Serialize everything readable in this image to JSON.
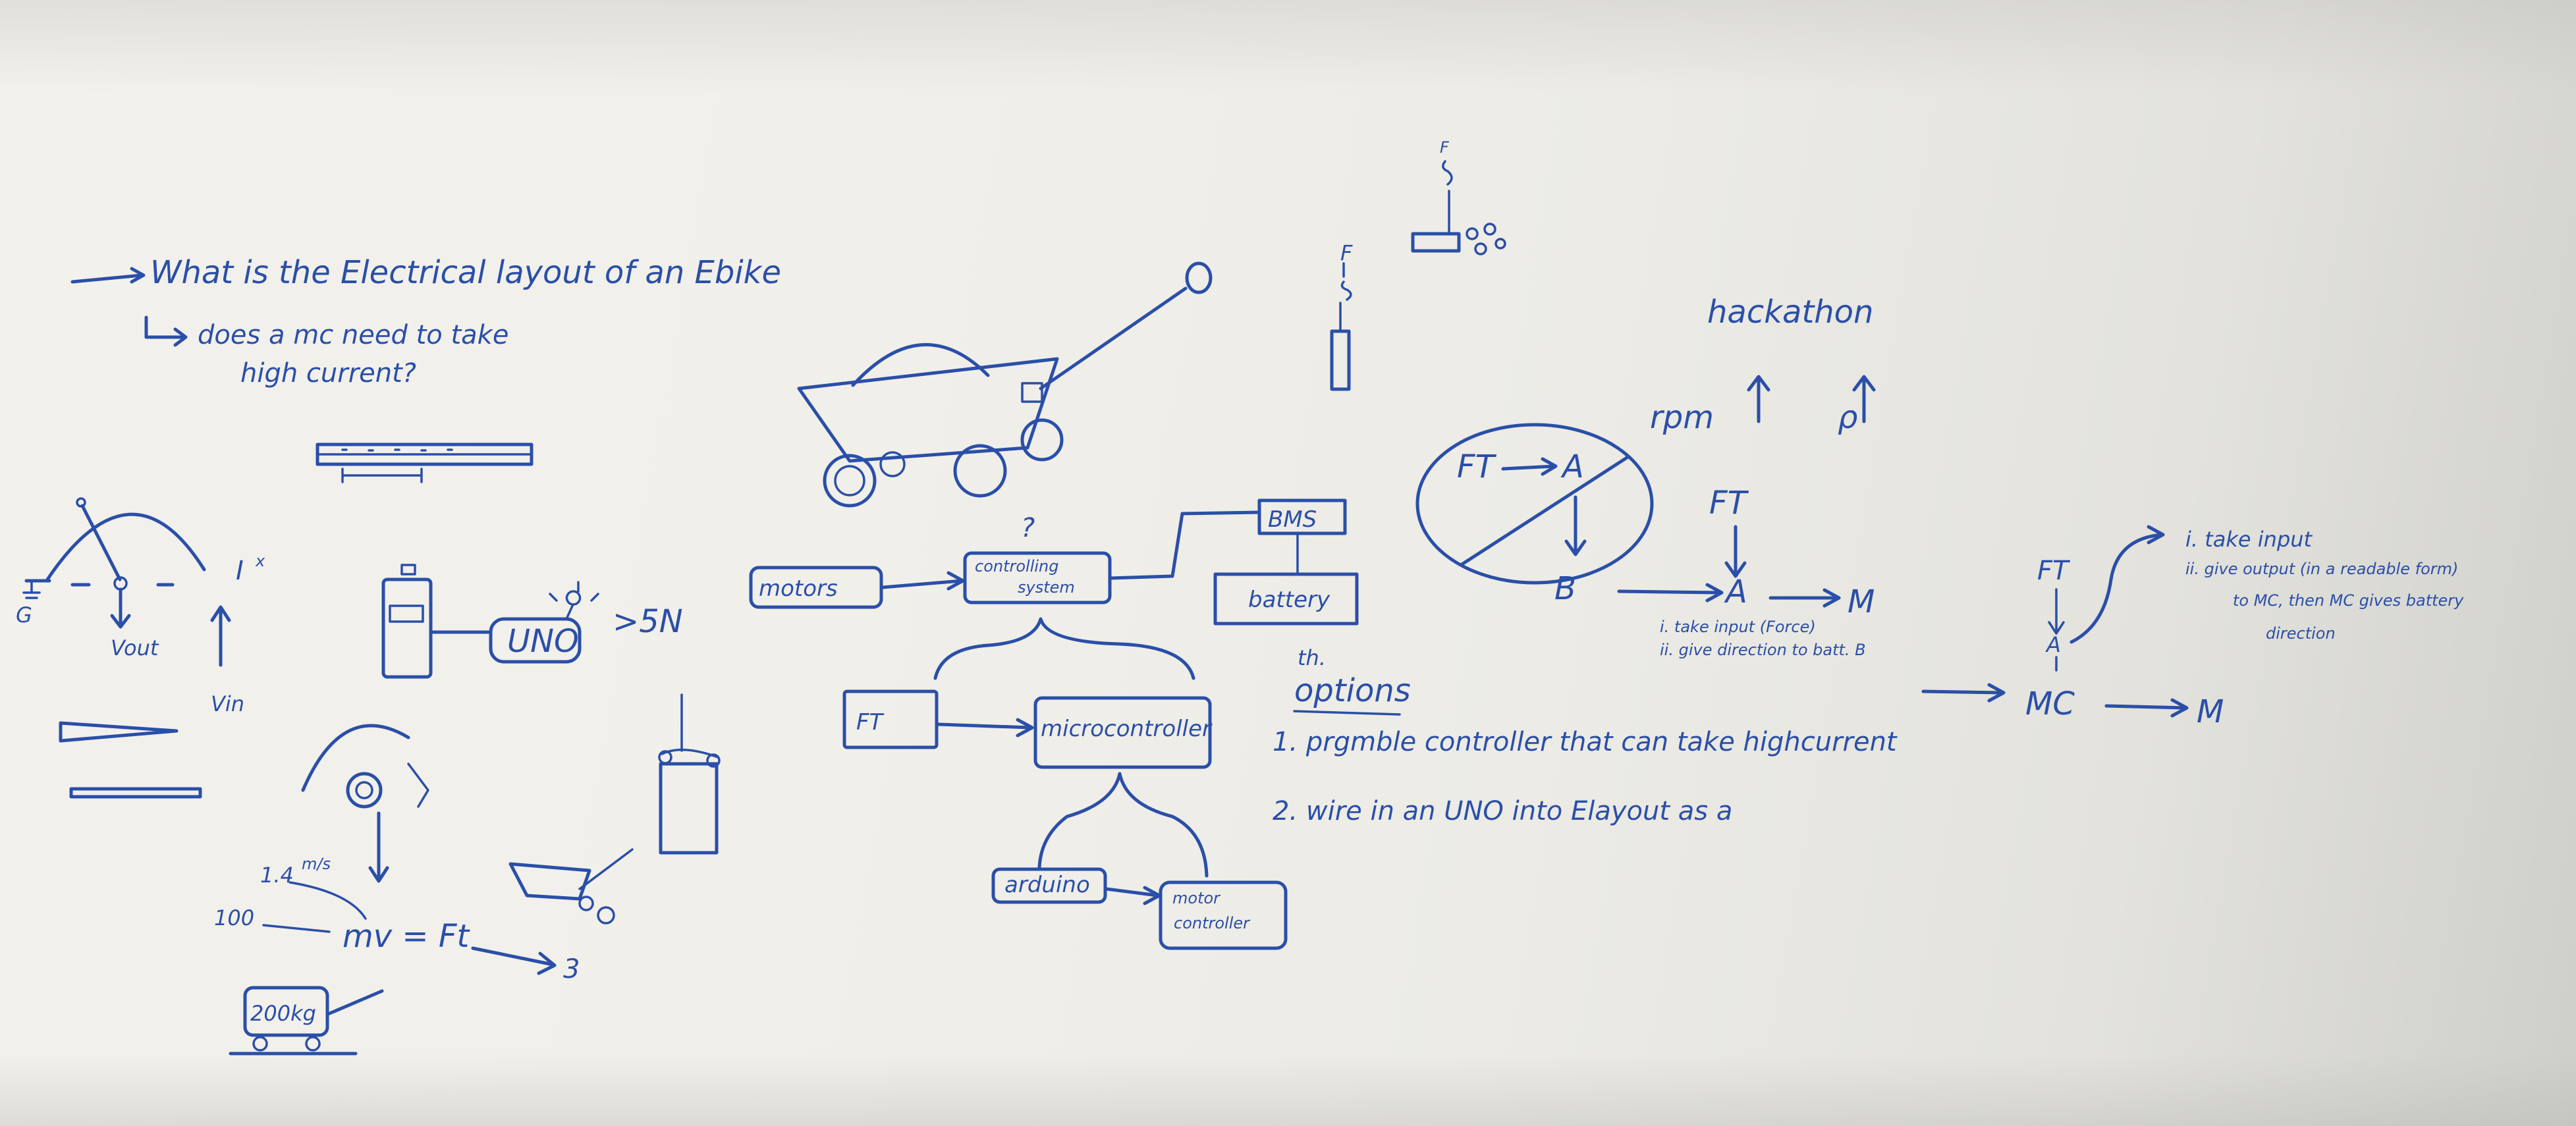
{
  "whiteboard": {
    "title_question": "What is the Electrical layout of an Ebike",
    "sub_question_line1": "does a mc need to take",
    "sub_question_line2": "high current?",
    "pot_labels": {
      "ground": "G",
      "vout": "Vout",
      "vin": "Vin",
      "current_symbol": "I",
      "current_sub": "x"
    },
    "uno": "UNO",
    "force_threshold": ">5N",
    "momentum": {
      "speed_unit": "m/s",
      "speed_value": "1.4",
      "mass_value": "100",
      "equation": "mv = Ft",
      "result": "3",
      "cart_mass": "200kg"
    },
    "hook_labels": {
      "top_scale": "F",
      "gauge": "F"
    },
    "block_diagram": {
      "question": "?",
      "motors": "motors",
      "controlling_system_line1": "controlling",
      "controlling_system_line2": "system",
      "bms": "BMS",
      "battery": "battery",
      "ft": "FT",
      "microcontroller": "microcontroller",
      "arduino": "arduino",
      "motor_controller_line1": "motor",
      "motor_controller_line2": "controller"
    },
    "options": {
      "prefix": "th.",
      "heading": "options",
      "item1": "1. prgmble controller that can take highcurrent",
      "item2": "2. wire in an UNO into Elayout as a"
    },
    "right_section": {
      "hackathon": "hackathon",
      "rpm": "rpm",
      "rho": "ρ",
      "crossed_ft": "FT",
      "crossed_a": "A",
      "b_label": "B",
      "ft_top": "FT",
      "a_mid": "A",
      "m_end": "M",
      "steps_line1": "i. take input (Force)",
      "steps_line2": "ii. give direction to batt. B",
      "ft_right": "FT",
      "a_right": "A",
      "mc": "MC",
      "m_right": "M",
      "notes_line1": "i. take input",
      "notes_line2": "ii. give output (in a readable form)",
      "notes_line3": "to MC, then MC gives battery",
      "notes_line4": "direction"
    }
  }
}
